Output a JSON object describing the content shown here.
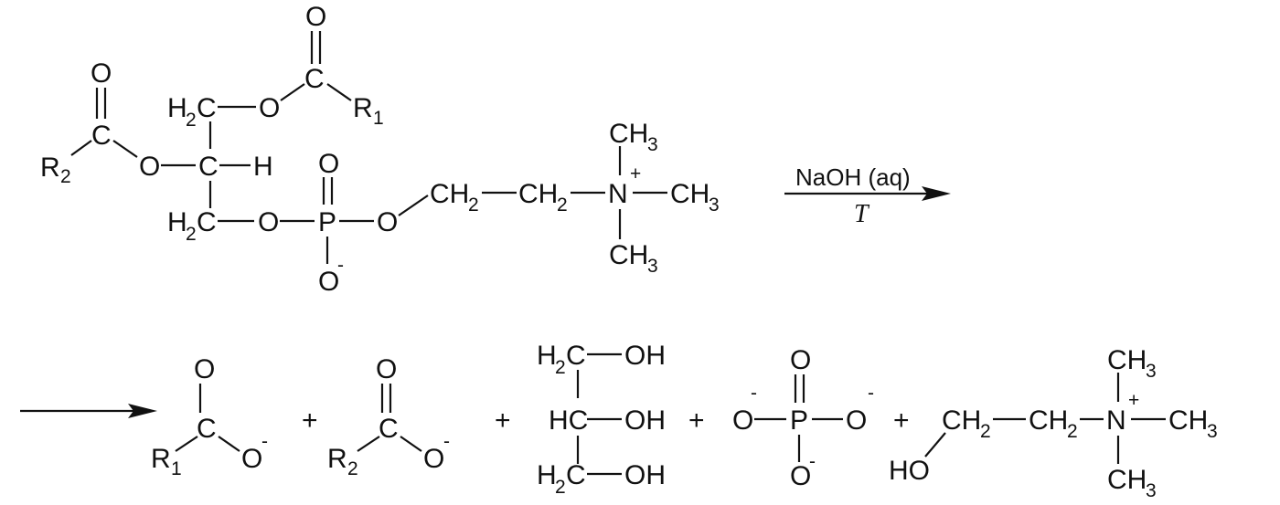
{
  "reagent": "NaOH (aq)",
  "condition": "T",
  "atoms": {
    "C": "C",
    "O": "O",
    "H": "H",
    "P": "P",
    "N": "N",
    "R": "R",
    "H2": "H",
    "HO": "HO",
    "HC": "HC",
    "OH": "OH",
    "CH": "CH",
    "CH3": "CH",
    "sub1": "1",
    "sub2": "2",
    "sub3": "3",
    "plus": "+",
    "minus": "-"
  },
  "operators": {
    "plus": "+"
  }
}
